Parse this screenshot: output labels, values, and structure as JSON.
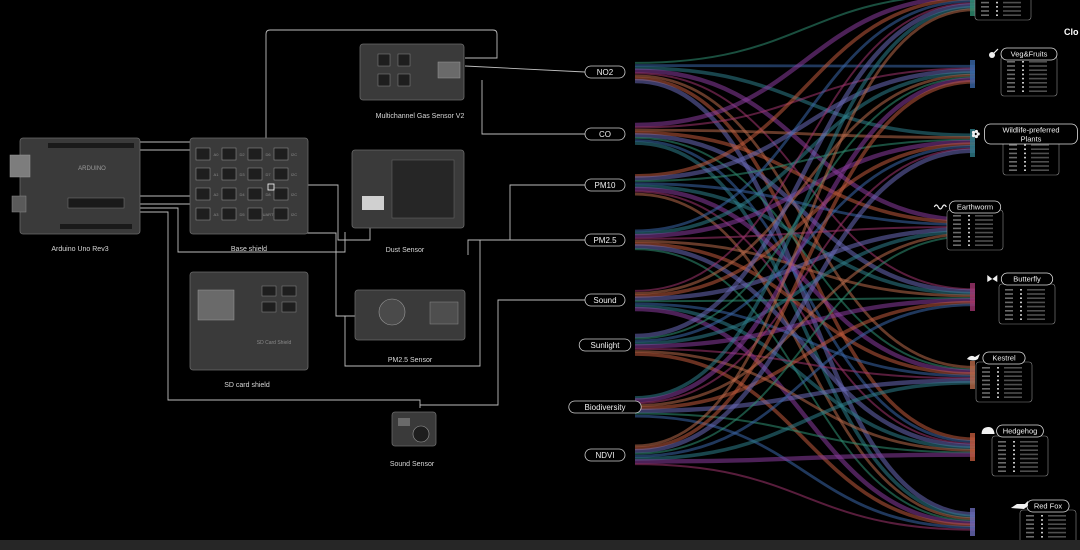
{
  "components": {
    "arduino": "Arduino Uno Rev3",
    "arduino_board_text": "ARDUINO",
    "base_shield": "Base shield",
    "gas_sensor": "Multichannel Gas Sensor V2",
    "dust_sensor": "Dust Sensor",
    "sd_shield": "SD card shield",
    "sd_board_text": "SD Card Shield",
    "pm25_sensor": "PM2.5 Sensor",
    "sound_sensor": "Sound Sensor",
    "shield_port_labels": [
      "A0",
      "A1",
      "A2",
      "A3",
      "D2",
      "D3",
      "D4",
      "D5",
      "D6",
      "D7",
      "D8",
      "UART",
      "I2C",
      "I2C",
      "I2C",
      "I2C"
    ]
  },
  "metrics": [
    {
      "id": "no2",
      "label": "NO2"
    },
    {
      "id": "co",
      "label": "CO"
    },
    {
      "id": "pm10",
      "label": "PM10"
    },
    {
      "id": "pm25",
      "label": "PM2.5"
    },
    {
      "id": "sound",
      "label": "Sound"
    },
    {
      "id": "sunlight",
      "label": "Sunlight"
    },
    {
      "id": "biodiversity",
      "label": "Biodiversity"
    },
    {
      "id": "ndvi",
      "label": "NDVI"
    }
  ],
  "species": [
    {
      "id": "top",
      "label": "",
      "icon": "none-icon"
    },
    {
      "id": "veg",
      "label": "Veg&Fruits",
      "icon": "vegetable-icon"
    },
    {
      "id": "plants",
      "label": "Wildlife-preferred Plants",
      "icon": "flower-icon"
    },
    {
      "id": "earthworm",
      "label": "Earthworm",
      "icon": "earthworm-icon"
    },
    {
      "id": "butterfly",
      "label": "Butterfly",
      "icon": "butterfly-icon"
    },
    {
      "id": "kestrel",
      "label": "Kestrel",
      "icon": "bird-icon"
    },
    {
      "id": "hedgehog",
      "label": "Hedgehog",
      "icon": "hedgehog-icon"
    },
    {
      "id": "fox",
      "label": "Red Fox",
      "icon": "fox-icon"
    }
  ],
  "corner_text": "Clo",
  "colors": {
    "background": "#000000",
    "wire": "#bdbdbd",
    "board": "#3a3a3a",
    "flow_palette": [
      "#2f8f73",
      "#8a3d9e",
      "#c05a3c",
      "#3a66a8",
      "#a0346e",
      "#6a6ab8",
      "#2e7d8a",
      "#b86a4a"
    ]
  }
}
